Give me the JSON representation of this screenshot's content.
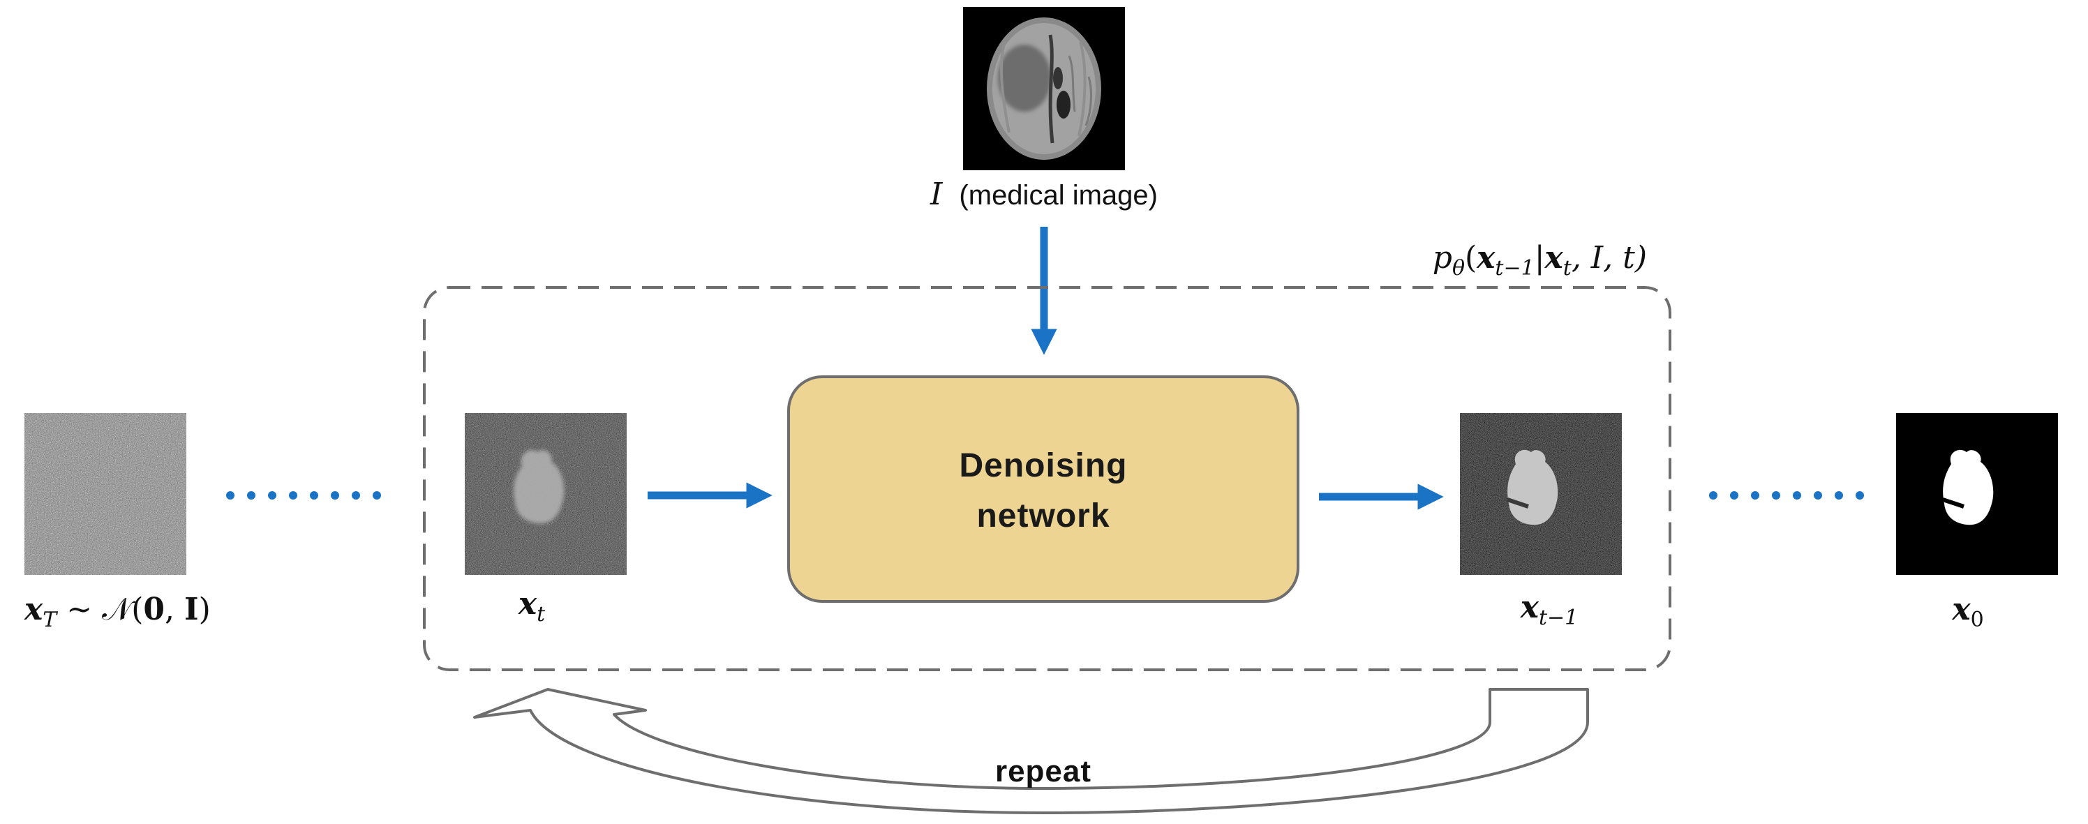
{
  "diagram": {
    "medical_image": {
      "label_var": "I",
      "label_text": "(medical image)"
    },
    "core": {
      "line1": "Denoising",
      "line2": "network"
    },
    "loop_label": "repeat",
    "conditional_prob": {
      "func": "p",
      "sub": "θ",
      "open": "(",
      "x1": "x",
      "x1_sub": "t−1",
      "bar": "|",
      "x2": "x",
      "x2_sub": "t",
      "rest": ", I, t)"
    },
    "nodes": {
      "x_T": {
        "var": "x",
        "sub": "T",
        "dist": " ∼ 𝒩(",
        "zero": "0",
        "comma": ", ",
        "ident": "I",
        "close": ")"
      },
      "x_t": {
        "var": "x",
        "sub": "t"
      },
      "x_t_minus_1": {
        "var": "x",
        "sub": "t−1"
      },
      "x_0": {
        "var": "x",
        "sub": "0"
      }
    },
    "colors": {
      "arrow": "#1a73c4",
      "core_fill": "#edd492",
      "core_stroke": "#6e6e6e",
      "dashed": "#6e6e6e"
    }
  }
}
